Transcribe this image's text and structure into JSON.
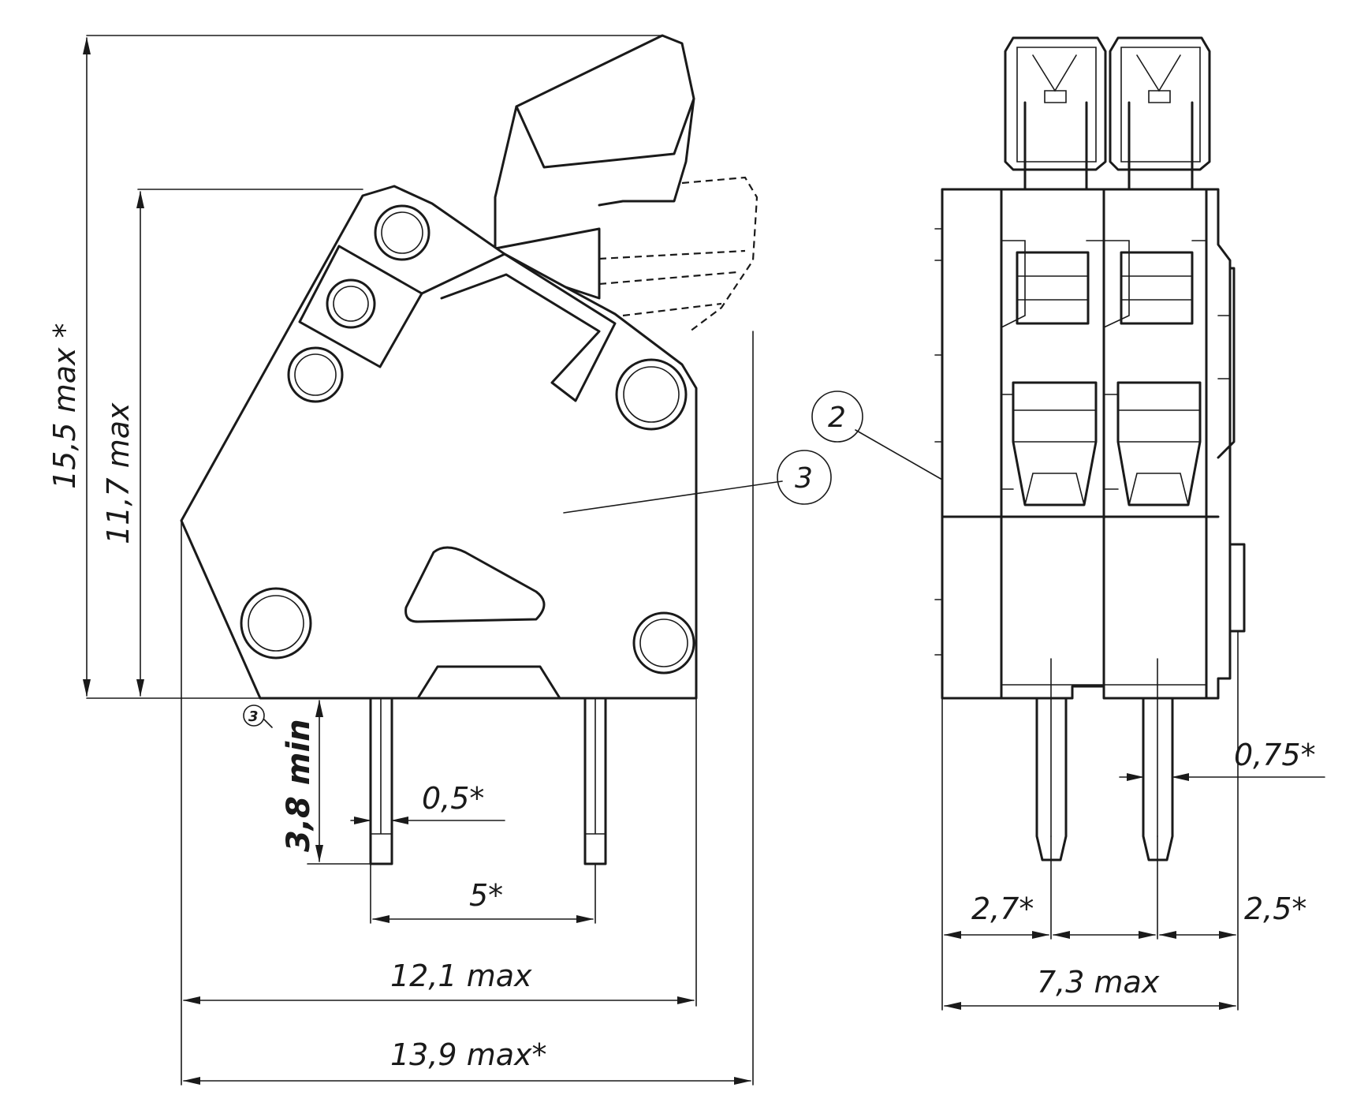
{
  "dimensions": {
    "overall_height": "15,5 max *",
    "body_height": "11,7 max",
    "pin_length": "3,8 min",
    "pin_width": "0,5*",
    "pin_pitch": "5*",
    "body_width": "12,1 max",
    "overall_width": "13,9 max*",
    "side_pin_width": "0,75*",
    "side_offset_left": "2,7*",
    "side_pitch": "2,5*",
    "side_width": "7,3 max"
  },
  "callouts": {
    "side_body": "2",
    "front_body": "3"
  },
  "note_mark": "3"
}
